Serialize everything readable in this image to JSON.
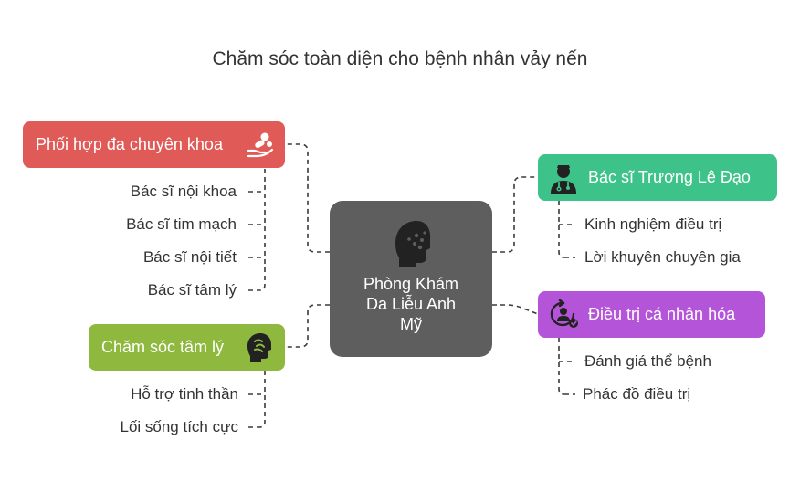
{
  "title": "Chăm sóc toàn diện cho bệnh nhân vảy nến",
  "center": {
    "lines": [
      "Phòng Khám",
      "Da Liễu Anh",
      "Mỹ"
    ],
    "icon": "face-skin-icon"
  },
  "branches": {
    "multidisciplinary": {
      "label": "Phối hợp đa chuyên khoa",
      "icon": "hand-pills-icon",
      "color": "#e05a57",
      "items": [
        "Bác sĩ nội khoa",
        "Bác sĩ tim mạch",
        "Bác sĩ nội tiết",
        "Bác sĩ tâm lý"
      ]
    },
    "psychological": {
      "label": "Chăm sóc tâm lý",
      "icon": "head-brain-icon",
      "color": "#8fb83e",
      "items": [
        "Hỗ trợ tinh thần",
        "Lối sống tích cực"
      ]
    },
    "doctor": {
      "label": "Bác sĩ Trương Lê Đạo",
      "icon": "doctor-icon",
      "color": "#3dc389",
      "items": [
        "Kinh nghiệm điều trị",
        "Lời khuyên chuyên gia"
      ]
    },
    "personalized": {
      "label": "Điều trị cá nhân hóa",
      "icon": "person-cycle-icon",
      "color": "#b455d9",
      "items": [
        "Đánh giá thể bệnh",
        "Phác đồ điều trị"
      ]
    }
  }
}
